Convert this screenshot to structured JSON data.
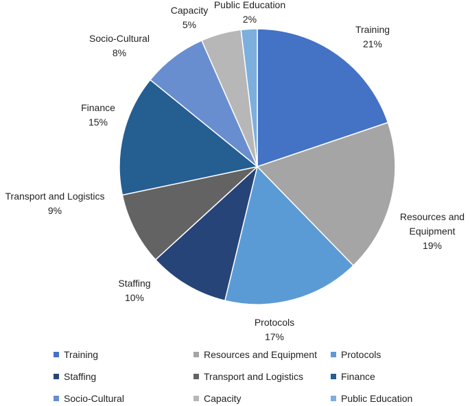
{
  "chart_data": {
    "type": "pie",
    "title": "",
    "slices": [
      {
        "name": "Training",
        "value": 21,
        "label": "21%",
        "color": "#4472C4"
      },
      {
        "name": "Resources and Equipment",
        "value": 19,
        "label": "19%",
        "color": "#A5A5A5"
      },
      {
        "name": "Protocols",
        "value": 17,
        "label": "17%",
        "color": "#5B9BD5"
      },
      {
        "name": "Staffing",
        "value": 10,
        "label": "10%",
        "color": "#264478"
      },
      {
        "name": "Transport and Logistics",
        "value": 9,
        "label": "9%",
        "color": "#636363"
      },
      {
        "name": "Finance",
        "value": 15,
        "label": "15%",
        "color": "#255E91"
      },
      {
        "name": "Socio-Cultural",
        "value": 8,
        "label": "8%",
        "color": "#698ED0"
      },
      {
        "name": "Capacity",
        "value": 5,
        "label": "5%",
        "color": "#B7B7B7"
      },
      {
        "name": "Public Education",
        "value": 2,
        "label": "2%",
        "color": "#7CAFDD"
      }
    ],
    "legend": {
      "placement": "bottom",
      "items": [
        "Training",
        "Resources and Equipment",
        "Protocols",
        "Staffing",
        "Transport and Logistics",
        "Finance",
        "Socio-Cultural",
        "Capacity",
        "Public Education"
      ]
    }
  }
}
